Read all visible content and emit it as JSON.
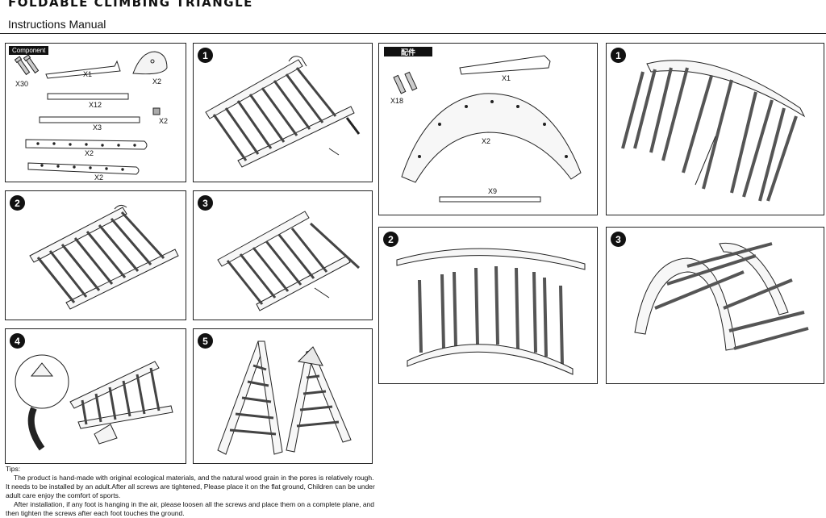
{
  "header": {
    "title": "FOLDABLE CLIMBING TRIANGLE",
    "subtitle": "Instructions Manual"
  },
  "left_section": {
    "component_tag": "Component",
    "parts": [
      {
        "label": "X30"
      },
      {
        "label": "X1"
      },
      {
        "label": "X2"
      },
      {
        "label": "X12"
      },
      {
        "label": "X2"
      },
      {
        "label": "X3"
      },
      {
        "label": "X2"
      },
      {
        "label": "X2"
      }
    ],
    "steps": [
      "1",
      "2",
      "3",
      "4",
      "5"
    ]
  },
  "right_section": {
    "component_tag": "配件",
    "parts": [
      {
        "label": "X18"
      },
      {
        "label": "X1"
      },
      {
        "label": "X2"
      },
      {
        "label": "X9"
      }
    ],
    "steps": [
      "1",
      "2",
      "3"
    ]
  },
  "tips": {
    "title": "Tips:",
    "paragraphs": [
      "The product is hand-made with original ecological materials, and the natural wood grain in the pores is relatively rough. It needs to be installed by an adult.After all screws are tightened, Please place it on the flat ground, Children can be under adult care enjoy the comfort of sports.",
      "After installation, if any foot is hanging in the air, please loosen all the screws and place them on a complete plane, and then tighten the screws after each foot touches the ground."
    ]
  }
}
